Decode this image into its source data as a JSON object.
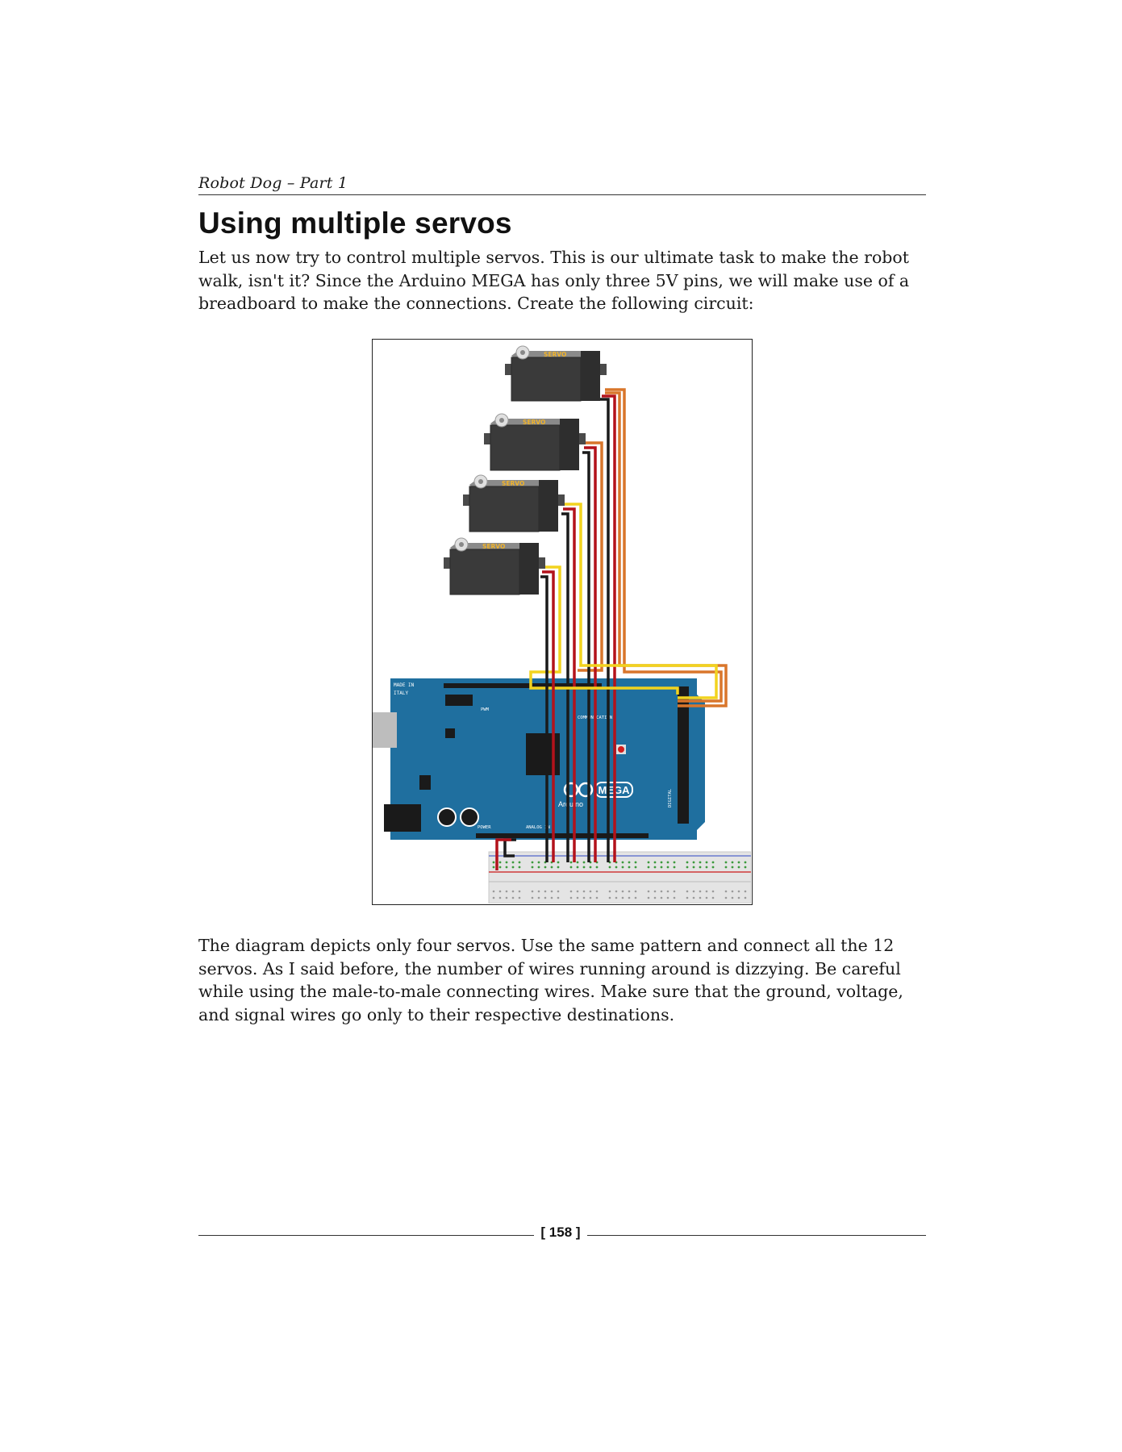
{
  "header": {
    "running_title": "Robot Dog – Part 1"
  },
  "section": {
    "title": "Using multiple servos"
  },
  "intro_paragraph": "Let us now try to control multiple servos. This is our ultimate task to make the robot walk, isn't it? Since the Arduino MEGA has only three 5V pins, we will make use of a breadboard to make the connections. Create the following circuit:",
  "figure": {
    "servo_label": "SERVO",
    "board_made_in": "MADE IN",
    "board_italy": "ITALY",
    "board_mega": "MEGA",
    "board_arduino": "Arduino",
    "board_communication": "COMMUNICATION",
    "board_power": "POWER",
    "board_analog_in": "ANALOG IN",
    "board_digital": "DIGITAL",
    "board_pwm": "PWM",
    "colors": {
      "board": "#1f6f9f",
      "servo": "#3a3a3a",
      "signal_yellow": "#f2d31f",
      "signal_orange": "#d9762b",
      "power_red": "#b3121b",
      "ground_black": "#1a1a1a"
    }
  },
  "closing_paragraph": "The diagram depicts only four servos. Use the same pattern and connect all the 12 servos. As I said before, the number of wires running around is dizzying. Be careful while using the male-to-male connecting wires. Make sure that the ground, voltage, and signal wires go only to their respective destinations.",
  "footer": {
    "page_number": "[ 158 ]"
  }
}
